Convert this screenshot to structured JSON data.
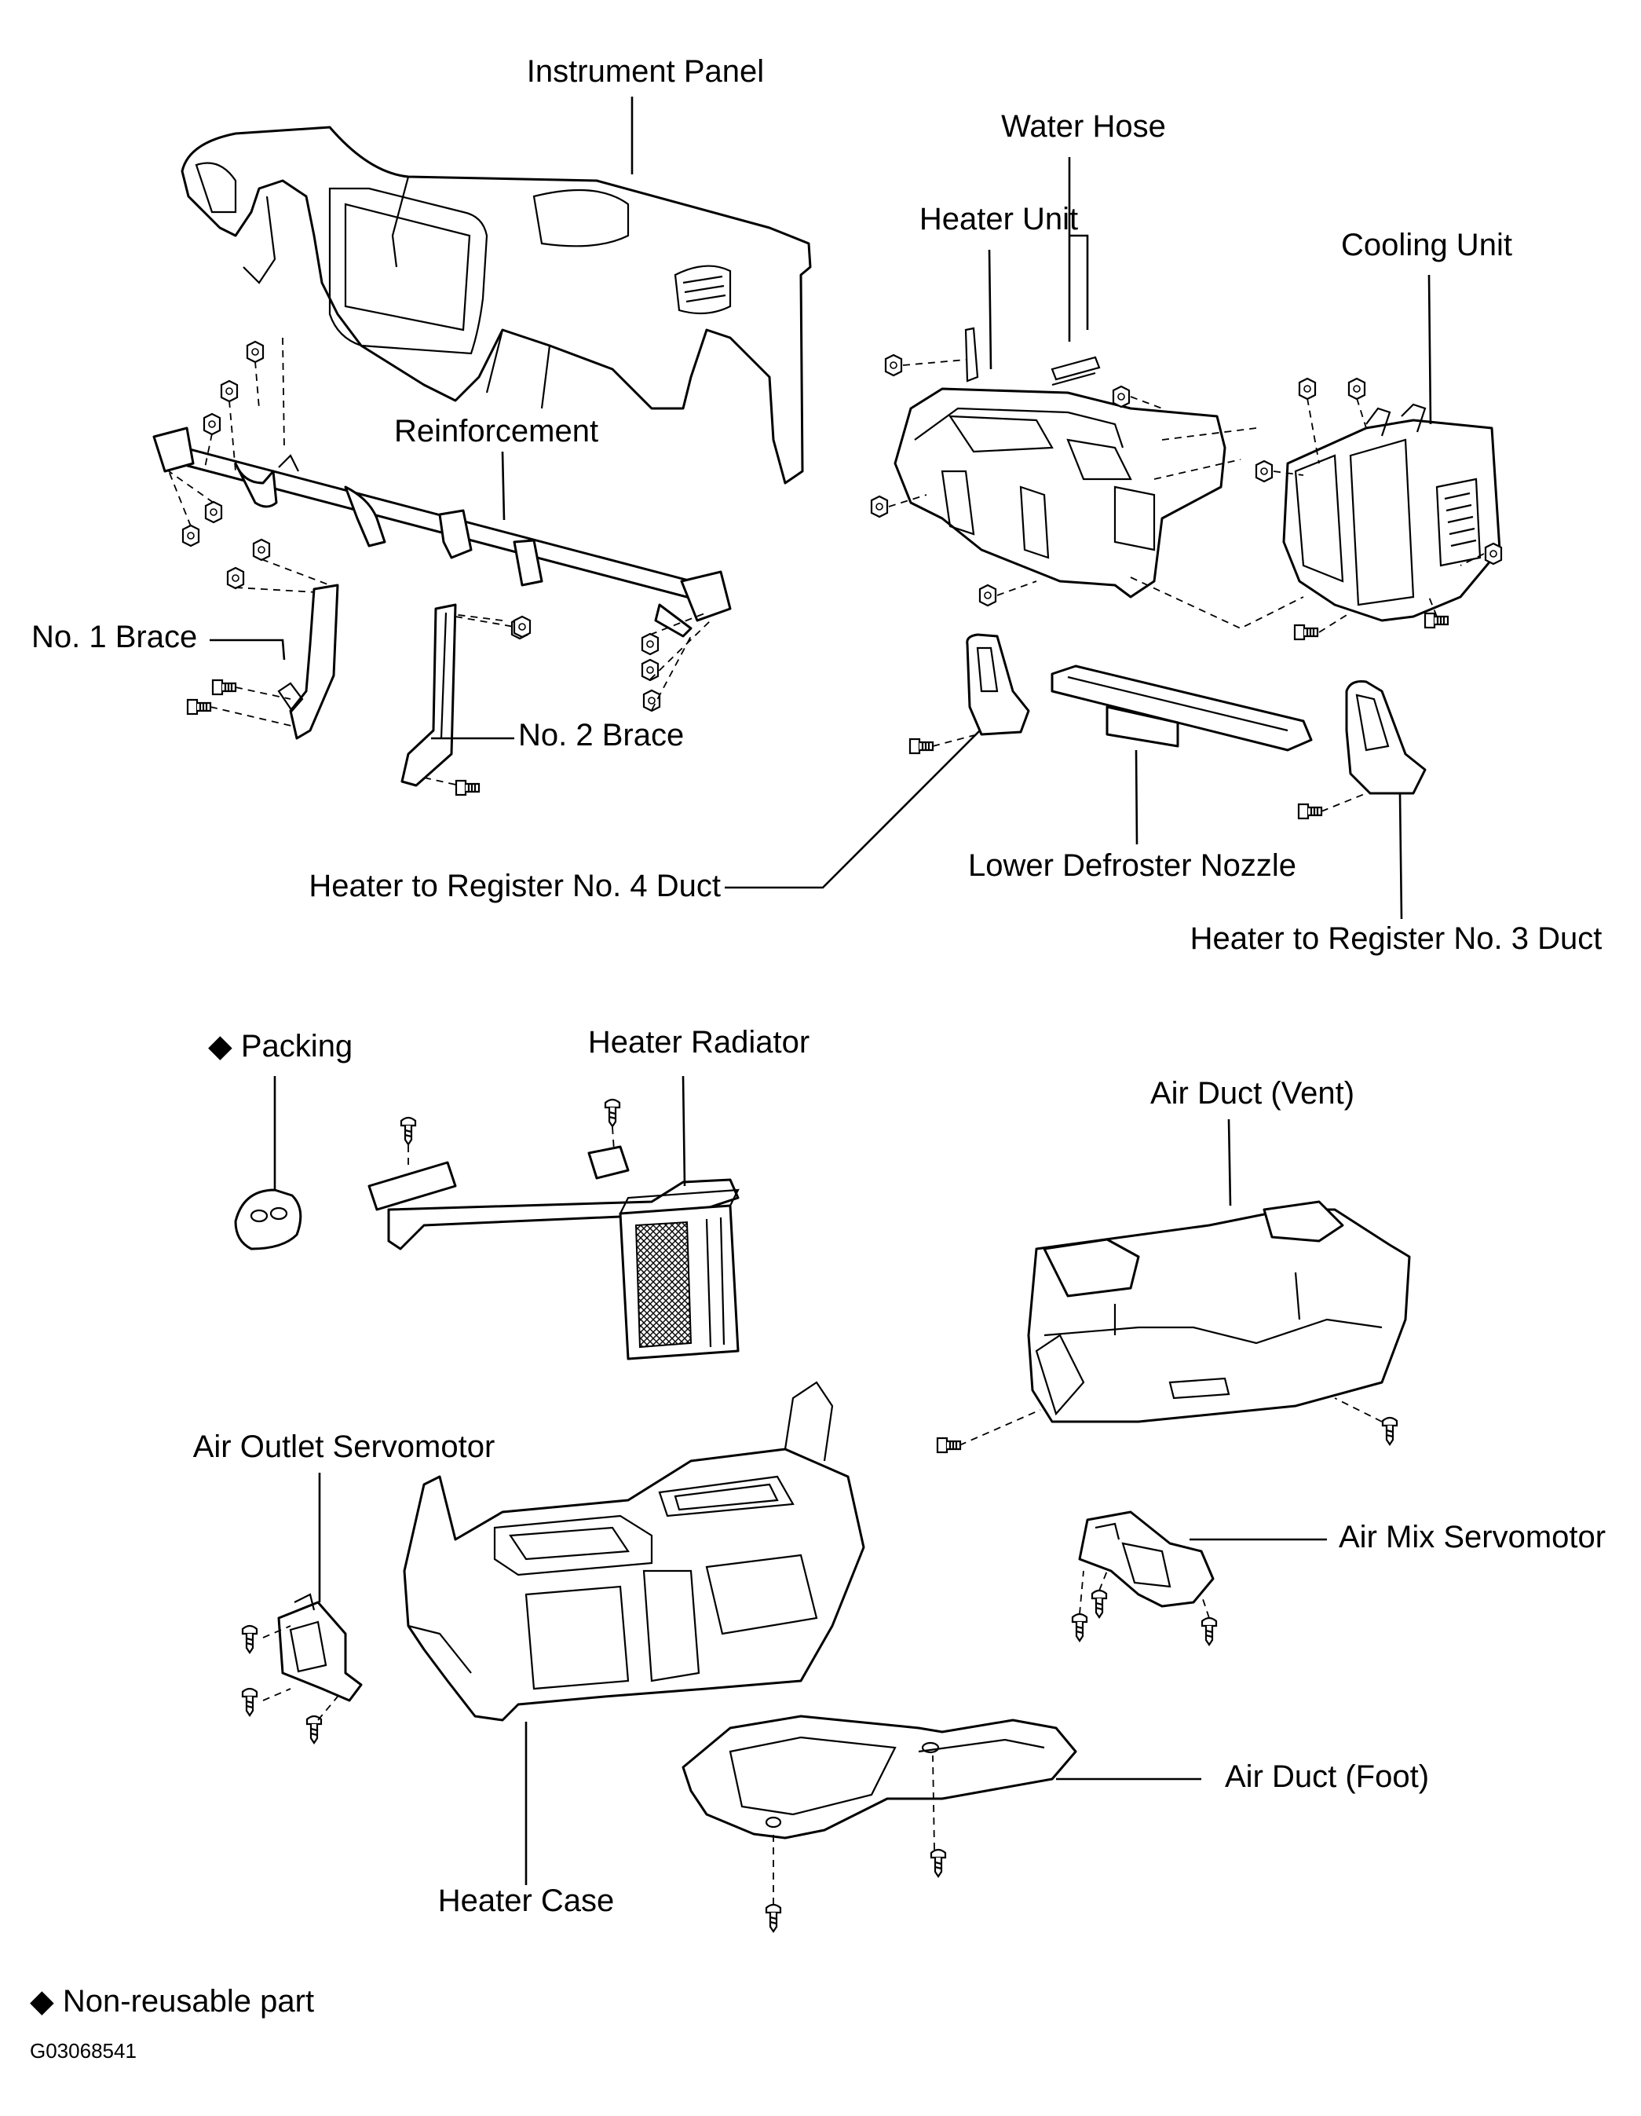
{
  "labels": {
    "instrument_panel": "Instrument Panel",
    "water_hose": "Water Hose",
    "heater_unit": "Heater Unit",
    "cooling_unit": "Cooling Unit",
    "reinforcement": "Reinforcement",
    "no1_brace": "No. 1 Brace",
    "no2_brace": "No. 2 Brace",
    "heater_to_register_no4_duct": "Heater to Register No. 4 Duct",
    "lower_defroster_nozzle": "Lower Defroster Nozzle",
    "heater_to_register_no3_duct": "Heater to Register No. 3 Duct",
    "packing": "◆ Packing",
    "heater_radiator": "Heater Radiator",
    "air_duct_vent": "Air Duct (Vent)",
    "air_outlet_servomotor": "Air Outlet Servomotor",
    "air_mix_servomotor": "Air Mix Servomotor",
    "air_duct_foot": "Air Duct (Foot)",
    "heater_case": "Heater Case"
  },
  "legend": {
    "non_reusable": "◆ Non-reusable part"
  },
  "figure_code": "G03068541"
}
